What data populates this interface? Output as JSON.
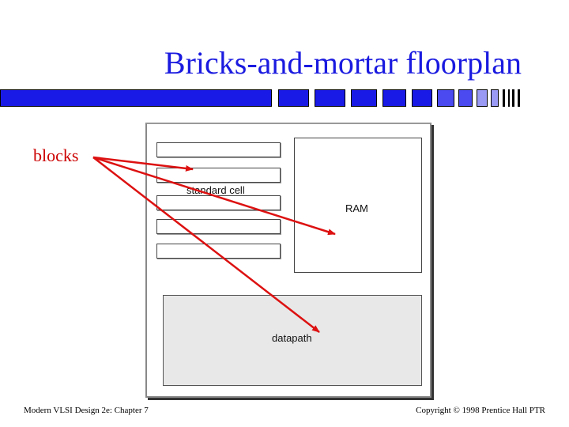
{
  "slide": {
    "title": "Bricks-and-mortar floorplan",
    "annotation": "blocks",
    "footer_left": "Modern VLSI Design 2e: Chapter 7",
    "footer_right": "Copyright © 1998 Prentice Hall PTR"
  },
  "diagram": {
    "standard_cell_label": "standard cell",
    "ram_label": "RAM",
    "datapath_label": "datapath"
  },
  "colors": {
    "title": "#1a1ae0",
    "bar": "#1a1ae6",
    "arrows": "#dd1111",
    "datapath_fill": "#e8e8e8"
  }
}
